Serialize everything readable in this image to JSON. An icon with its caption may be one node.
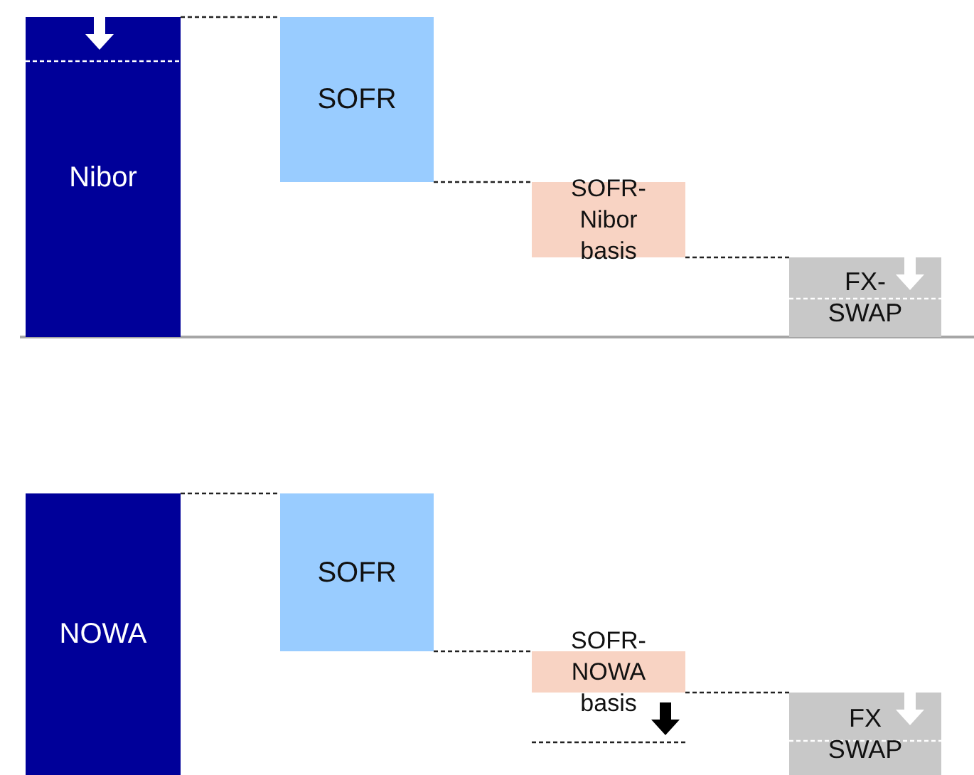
{
  "diagram": {
    "nodes": [
      {
        "text": [
          "Nibor"
        ]
      },
      {
        "text": [
          "SOFR"
        ]
      },
      {
        "text": [
          "SOFR- Nibor basis"
        ]
      },
      {
        "text": [
          "FX- SWAP"
        ]
      },
      {
        "text": [
          "NOWA"
        ]
      },
      {
        "text": [
          "SOFR"
        ]
      },
      {
        "text": [
          "SOFR- NOWA basis"
        ]
      },
      {
        "text": [
          "FX SWAP"
        ]
      }
    ],
    "edges": [
      {
        "from": 0,
        "to": 1,
        "arrow": "none",
        "style": "dashed"
      },
      {
        "from": 1,
        "to": 2,
        "arrow": "none",
        "style": "dashed"
      },
      {
        "from": 2,
        "to": 3,
        "arrow": "none",
        "style": "dashed"
      },
      {
        "from": 4,
        "to": 5,
        "arrow": "none",
        "style": "dashed"
      },
      {
        "from": 5,
        "to": 6,
        "arrow": "none",
        "style": "dashed"
      },
      {
        "from": 6,
        "to": 7,
        "arrow": "none",
        "style": "dashed"
      }
    ]
  }
}
